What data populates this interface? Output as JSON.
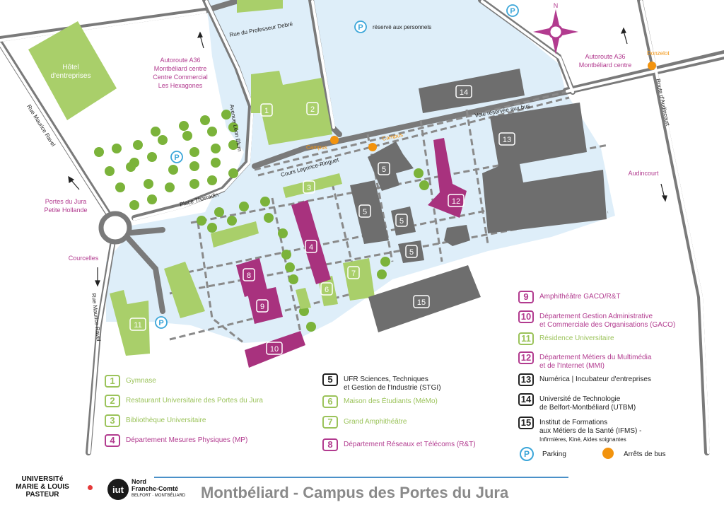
{
  "map": {
    "roads": {
      "rue_professeur_debre": "Rue du Professeur Debré",
      "rue_maurice_ravel_top": "Rue Maurice Ravel",
      "rue_maurice_ravel_bottom": "Rue Maurice Ravel",
      "avenue_leon_blum": "Avenue Léon Blum",
      "place_tharradin": "Place Tharradin",
      "cours_leprince_ringuet": "Cours Leprince-Ringuet",
      "voie_bus": "Voie réservée aux bus",
      "route_audincourt": "Route d'Audincourt"
    },
    "directions": {
      "a36_left": [
        "Autoroute A36",
        "Montbéliard centre",
        "Centre Commercial",
        "Les Hexagones"
      ],
      "a36_right": [
        "Autoroute A36",
        "Montbéliard centre"
      ],
      "portes_jura": [
        "Portes du Jura",
        "Petite Hollande"
      ],
      "courcelles": "Courcelles",
      "audincourt": "Audincourt"
    },
    "places": {
      "hotel": [
        "Hôtel",
        "d'entreprises"
      ],
      "parking_reserve": "réservé aux personnels",
      "bus_campus_1": "Campus",
      "bus_campus_2": "Campus",
      "bus_donzelot": "Donzelot"
    },
    "compass": "N",
    "building_numbers": {
      "b1": "1",
      "b2": "2",
      "b3": "3",
      "b4": "4",
      "b5a": "5",
      "b5b": "5",
      "b5c": "5",
      "b5d": "5",
      "b6": "6",
      "b7": "7",
      "b8": "8",
      "b9": "9",
      "b10": "10",
      "b11": "11",
      "b12": "12",
      "b13": "13",
      "b14": "14",
      "b15": "15"
    },
    "parking_symbol": "P"
  },
  "legend": [
    {
      "num": "1",
      "label": "Gymnase",
      "kind": "green"
    },
    {
      "num": "2",
      "label": "Restaurant Universitaire des Portes du Jura",
      "kind": "green"
    },
    {
      "num": "3",
      "label": "Bibliothèque Universitaire",
      "kind": "green"
    },
    {
      "num": "4",
      "label": "Département Mesures Physiques (MP)",
      "kind": "purple"
    },
    {
      "num": "5",
      "label": "UFR Sciences, Techniques",
      "label2": "et Gestion de l'Industrie (STGI)",
      "kind": "black"
    },
    {
      "num": "6",
      "label": "Maison des Étudiants (MéMo)",
      "kind": "green"
    },
    {
      "num": "7",
      "label": "Grand Amphithéâtre",
      "kind": "green"
    },
    {
      "num": "8",
      "label": "Département Réseaux et Télécoms (R&T)",
      "kind": "purple"
    },
    {
      "num": "9",
      "label": "Amphithéâtre GACO/R&T",
      "kind": "purple"
    },
    {
      "num": "10",
      "label": "Département Gestion Administrative",
      "label2": "et Commerciale des Organisations (GACO)",
      "kind": "purple"
    },
    {
      "num": "11",
      "label": "Résidence Universitaire",
      "kind": "green"
    },
    {
      "num": "12",
      "label": "Département Métiers du Multimédia",
      "label2": "et de l'Internet (MMI)",
      "kind": "purple"
    },
    {
      "num": "13",
      "label": "Numérica | Incubateur d'entreprises",
      "kind": "black"
    },
    {
      "num": "14",
      "label": "Université de Technologie",
      "label2": "de Belfort-Montbéliard (UTBM)",
      "kind": "black"
    },
    {
      "num": "15",
      "label": "Institut de Formations",
      "label2": "aux Métiers de la Santé (IFMS) -",
      "label3": "Infirmières, Kiné, Aides soignantes",
      "kind": "black"
    }
  ],
  "legend_extra": {
    "parking": "Parking",
    "bus": "Arrêts de bus"
  },
  "footer": {
    "title": "Montbéliard - Campus des Portes du Jura",
    "ufc_line1": "UNIVERSITé",
    "ufc_line2": "MARIE & LOUIS",
    "ufc_line3": "PASTEUR",
    "iut": "iut",
    "iut_line1": "Nord",
    "iut_line2": "Franche-Comté",
    "iut_line3": "BELFORT · MONTBÉLIARD"
  },
  "colors": {
    "campus_area": "#deeef9",
    "road": "#7a7a7a",
    "green_building": "#a9cf6a",
    "purple_building": "#a8327e",
    "grey_building": "#6e6e6e",
    "path": "#8a8a8a",
    "bus_stop": "#f2930e",
    "parking": "#3ba6d9",
    "compass": "#b23b8f"
  }
}
